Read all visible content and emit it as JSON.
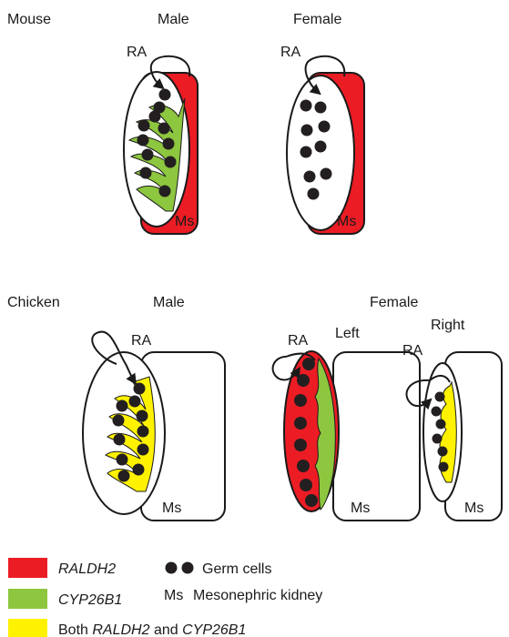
{
  "colors": {
    "raldh2": "#ec1c24",
    "cyp26b1": "#8dc63f",
    "both": "#fff200",
    "germ": "#231f20",
    "outline": "#1a1a1a"
  },
  "mouse": {
    "species": "Mouse",
    "male": {
      "title": "Male",
      "ra": "RA",
      "ms": "Ms"
    },
    "female": {
      "title": "Female",
      "ra": "RA",
      "ms": "Ms"
    }
  },
  "chicken": {
    "species": "Chicken",
    "male": {
      "title": "Male",
      "ra": "RA",
      "ms": "Ms"
    },
    "female": {
      "title": "Female",
      "left": {
        "title": "Left",
        "ra": "RA",
        "ms": "Ms"
      },
      "right": {
        "title": "Right",
        "ra": "RA",
        "ms": "Ms"
      }
    }
  },
  "legend": {
    "raldh2": "RALDH2",
    "cyp26b1": "CYP26B1",
    "both_prefix": "Both ",
    "both_a": "RALDH2",
    "both_and": " and ",
    "both_b": "CYP26B1",
    "germ_cells": "Germ cells",
    "ms_abbrev": "Ms",
    "ms_meaning": "Mesonephric kidney"
  }
}
